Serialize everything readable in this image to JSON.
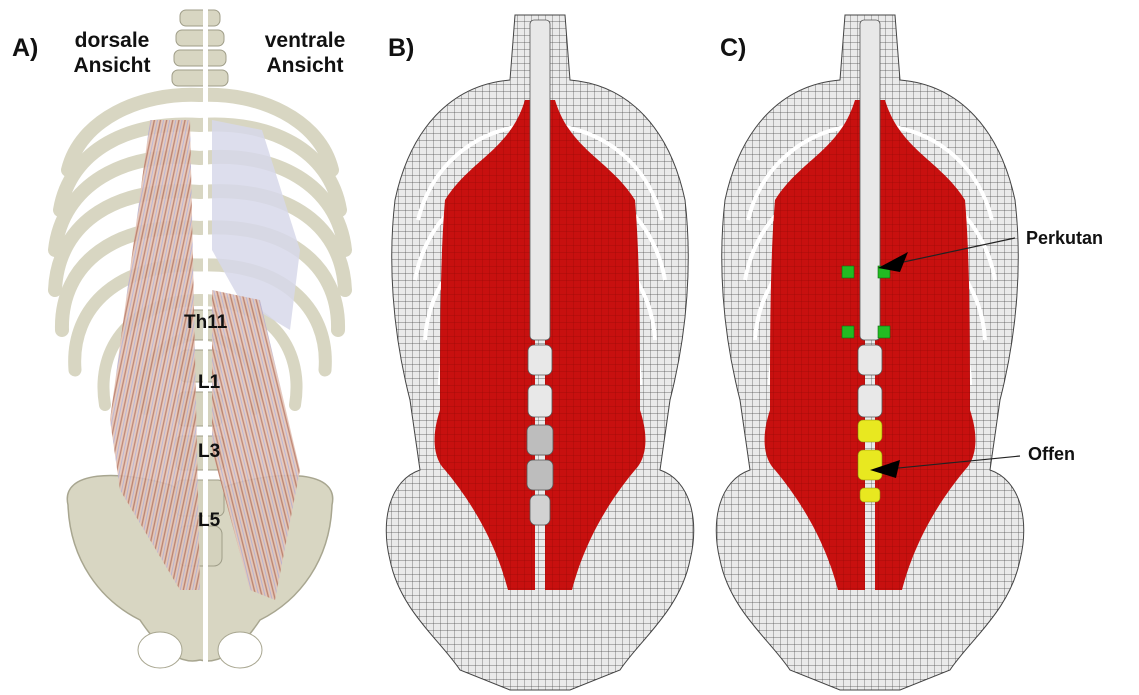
{
  "panels": {
    "a": {
      "letter": "A)",
      "left_view": "dorsale\nAnsicht",
      "right_view": "ventrale\nAnsicht",
      "vertebrae": [
        "Th11",
        "L1",
        "L3",
        "L5"
      ]
    },
    "b": {
      "letter": "B)"
    },
    "c": {
      "letter": "C)",
      "callouts": [
        "Perkutan",
        "Offen"
      ]
    }
  },
  "colors": {
    "bone": "#d8d6c2",
    "bone_shade": "#b9b7a1",
    "muscle_fiber": "#c98d7a",
    "fascia": "#b9bbe0",
    "mesh_bone": "#e9e9e9",
    "mesh_line": "#555555",
    "muscle_mesh": "#c8100f",
    "marker_percutaneous": "#22bb22",
    "marker_open": "#e8e820",
    "arrow": "#000000"
  }
}
